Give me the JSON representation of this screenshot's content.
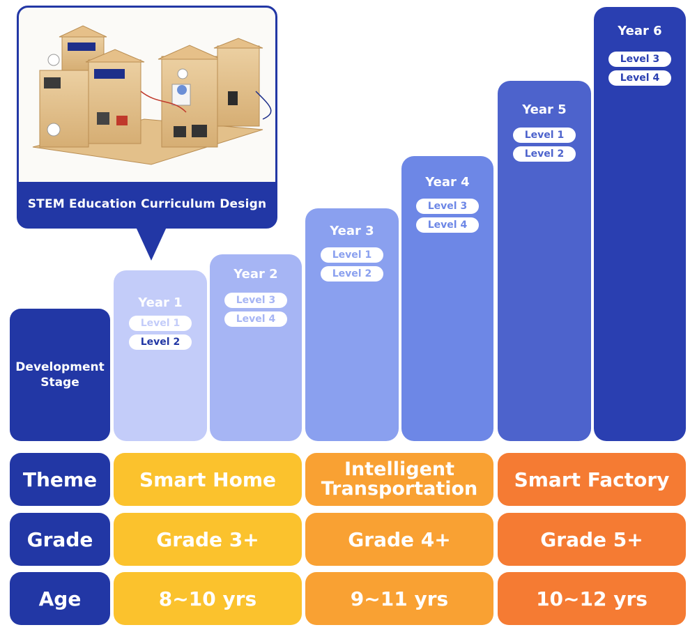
{
  "callout": {
    "caption": "STEM Education Curriculum Design"
  },
  "stage_label": "Development Stage",
  "years": [
    {
      "title": "Year 1",
      "levels": [
        "Level 1",
        "Level 2"
      ]
    },
    {
      "title": "Year 2",
      "levels": [
        "Level 3",
        "Level 4"
      ]
    },
    {
      "title": "Year 3",
      "levels": [
        "Level 1",
        "Level 2"
      ]
    },
    {
      "title": "Year 4",
      "levels": [
        "Level 3",
        "Level 4"
      ]
    },
    {
      "title": "Year 5",
      "levels": [
        "Level 1",
        "Level 2"
      ]
    },
    {
      "title": "Year 6",
      "levels": [
        "Level 3",
        "Level 4"
      ]
    }
  ],
  "rows": {
    "theme": {
      "label": "Theme",
      "values": [
        "Smart Home",
        "Intelligent Transportation",
        "Smart Factory"
      ]
    },
    "grade": {
      "label": "Grade",
      "values": [
        "Grade 3+",
        "Grade 4+",
        "Grade 5+"
      ]
    },
    "age": {
      "label": "Age",
      "values": [
        "8~10 yrs",
        "9~11 yrs",
        "10~12 yrs"
      ]
    }
  },
  "colors": {
    "navy": "#2237a5",
    "year_columns": [
      "#c3ccf9",
      "#a6b5f4",
      "#8aa0ef",
      "#6d87e6",
      "#4d63cc",
      "#2a3fb1"
    ],
    "theme_yellow": "#fbc22d",
    "theme_orange": "#f9a133",
    "theme_red": "#f57b33"
  }
}
